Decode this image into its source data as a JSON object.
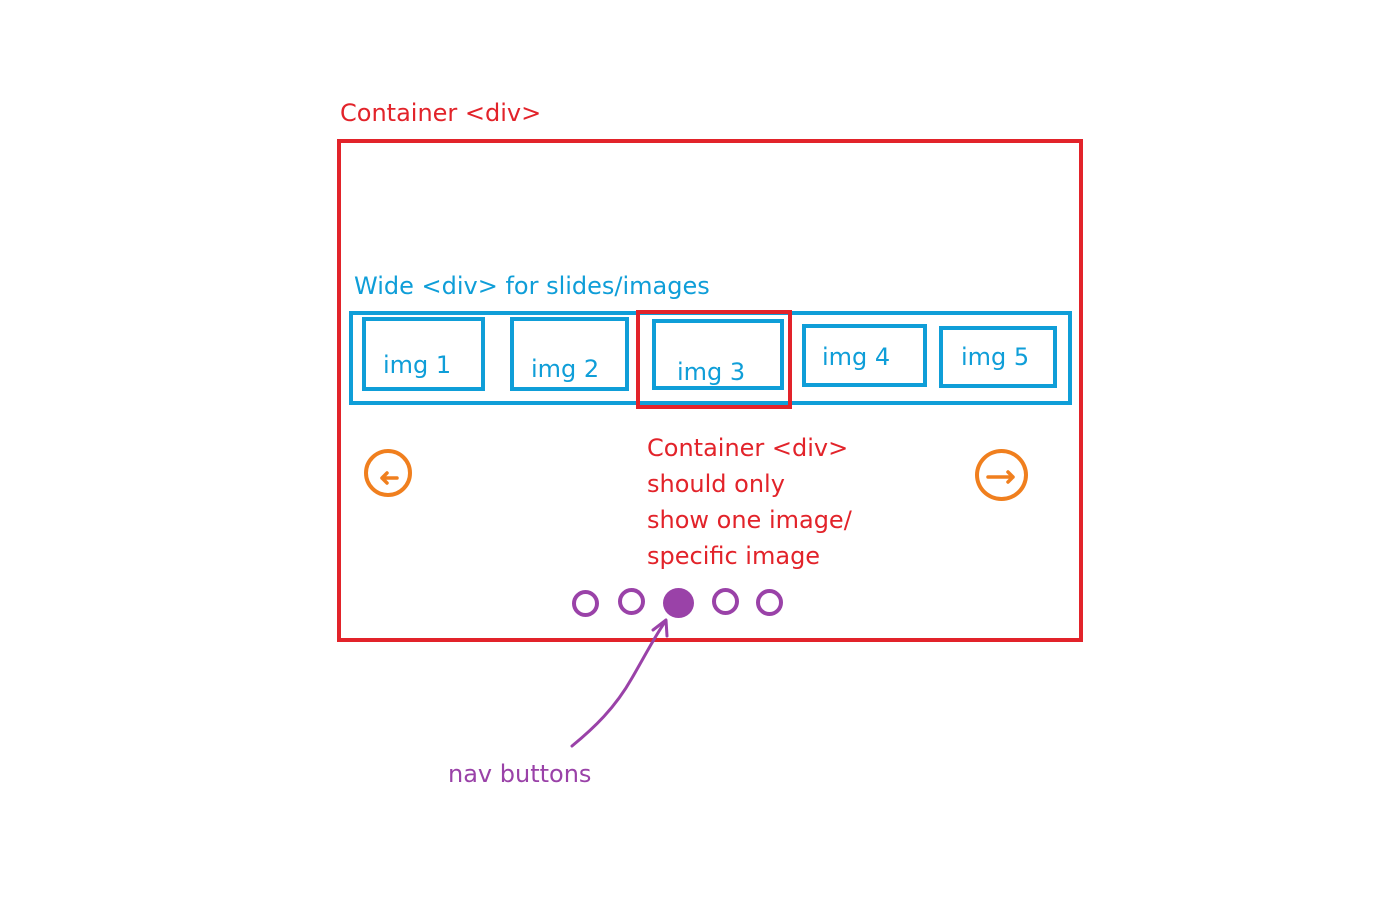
{
  "labels": {
    "outer_container": "Container <div>",
    "wide_div": "Wide <div> for slides/images",
    "viewport_note": [
      "Container <div>",
      "should only",
      "show one image/",
      "specific image"
    ],
    "nav_buttons": "nav buttons"
  },
  "slides": [
    "img 1",
    "img 2",
    "img 3",
    "img 4",
    "img 5"
  ],
  "active_slide": 3,
  "nav": {
    "dot_count": 5,
    "active_dot": 3,
    "prev_icon": "arrow-left-icon",
    "next_icon": "arrow-right-icon"
  },
  "colors": {
    "container": "#e2232a",
    "wide_div": "#0f9ed8",
    "arrows": "#f07f1e",
    "dots": "#9a42a8"
  }
}
